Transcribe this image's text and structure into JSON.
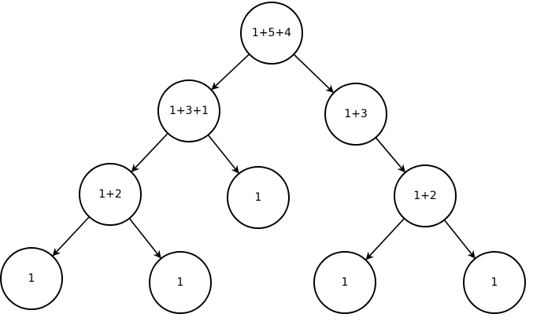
{
  "diagram": {
    "type": "tree",
    "colors": {
      "stroke": "#000000",
      "fill": "#ffffff",
      "text": "#000000"
    },
    "nodes": [
      {
        "id": "root",
        "label": "1+5+4"
      },
      {
        "id": "left",
        "label": "1+3+1"
      },
      {
        "id": "right",
        "label": "1+3"
      },
      {
        "id": "left-left",
        "label": "1+2"
      },
      {
        "id": "left-right",
        "label": "1"
      },
      {
        "id": "right-child",
        "label": "1+2"
      },
      {
        "id": "left-left-left",
        "label": "1"
      },
      {
        "id": "left-left-right",
        "label": "1"
      },
      {
        "id": "right-child-left",
        "label": "1"
      },
      {
        "id": "right-child-right",
        "label": "1"
      }
    ],
    "edges": [
      {
        "from": "root",
        "to": "left"
      },
      {
        "from": "root",
        "to": "right"
      },
      {
        "from": "left",
        "to": "left-left"
      },
      {
        "from": "left",
        "to": "left-right"
      },
      {
        "from": "right",
        "to": "right-child"
      },
      {
        "from": "left-left",
        "to": "left-left-left"
      },
      {
        "from": "left-left",
        "to": "left-left-right"
      },
      {
        "from": "right-child",
        "to": "right-child-left"
      },
      {
        "from": "right-child",
        "to": "right-child-right"
      }
    ]
  }
}
